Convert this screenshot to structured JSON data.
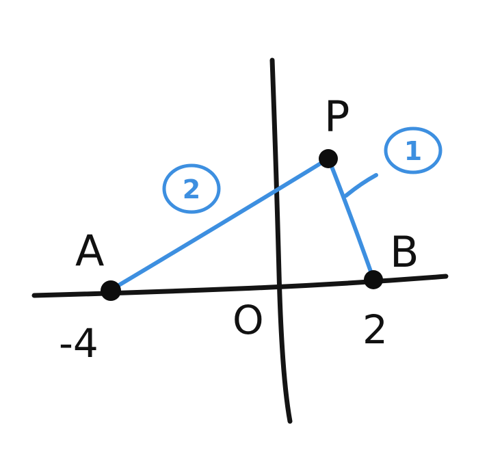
{
  "points": {
    "A": {
      "label": "A",
      "coord_label": "-4"
    },
    "P": {
      "label": "P"
    },
    "B": {
      "label": "B",
      "coord_label": "2"
    }
  },
  "origin_label": "O",
  "ratio": {
    "AP": "2",
    "PB": "1"
  },
  "colors": {
    "ink": "#141414",
    "accent": "#3d8fe0"
  }
}
